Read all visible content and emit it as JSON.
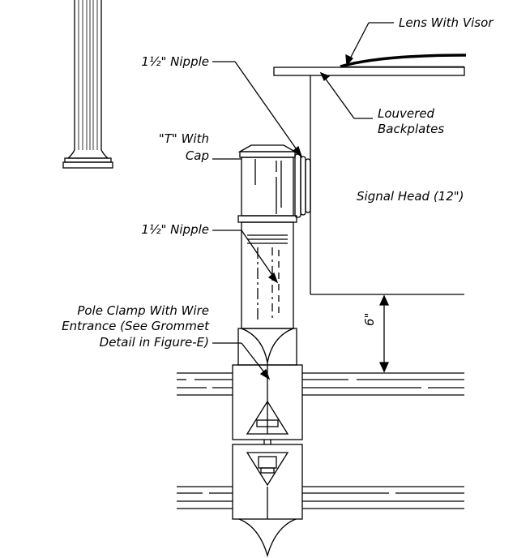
{
  "labels": {
    "lens_with_visor": "Lens With Visor",
    "nipple_top": "1½\" Nipple",
    "louvered_1": "Louvered",
    "louvered_2": "Backplates",
    "tee_1": "\"T\" With",
    "tee_2": "Cap",
    "signal_head": "Signal Head (12\")",
    "nipple_bottom": "1½\" Nipple",
    "clamp_1": "Pole Clamp With Wire",
    "clamp_2": "Entrance (See Grommet",
    "clamp_3": "Detail in Figure-E)",
    "dimension": "6\""
  },
  "colors": {
    "line": "#000000",
    "background": "#ffffff"
  }
}
